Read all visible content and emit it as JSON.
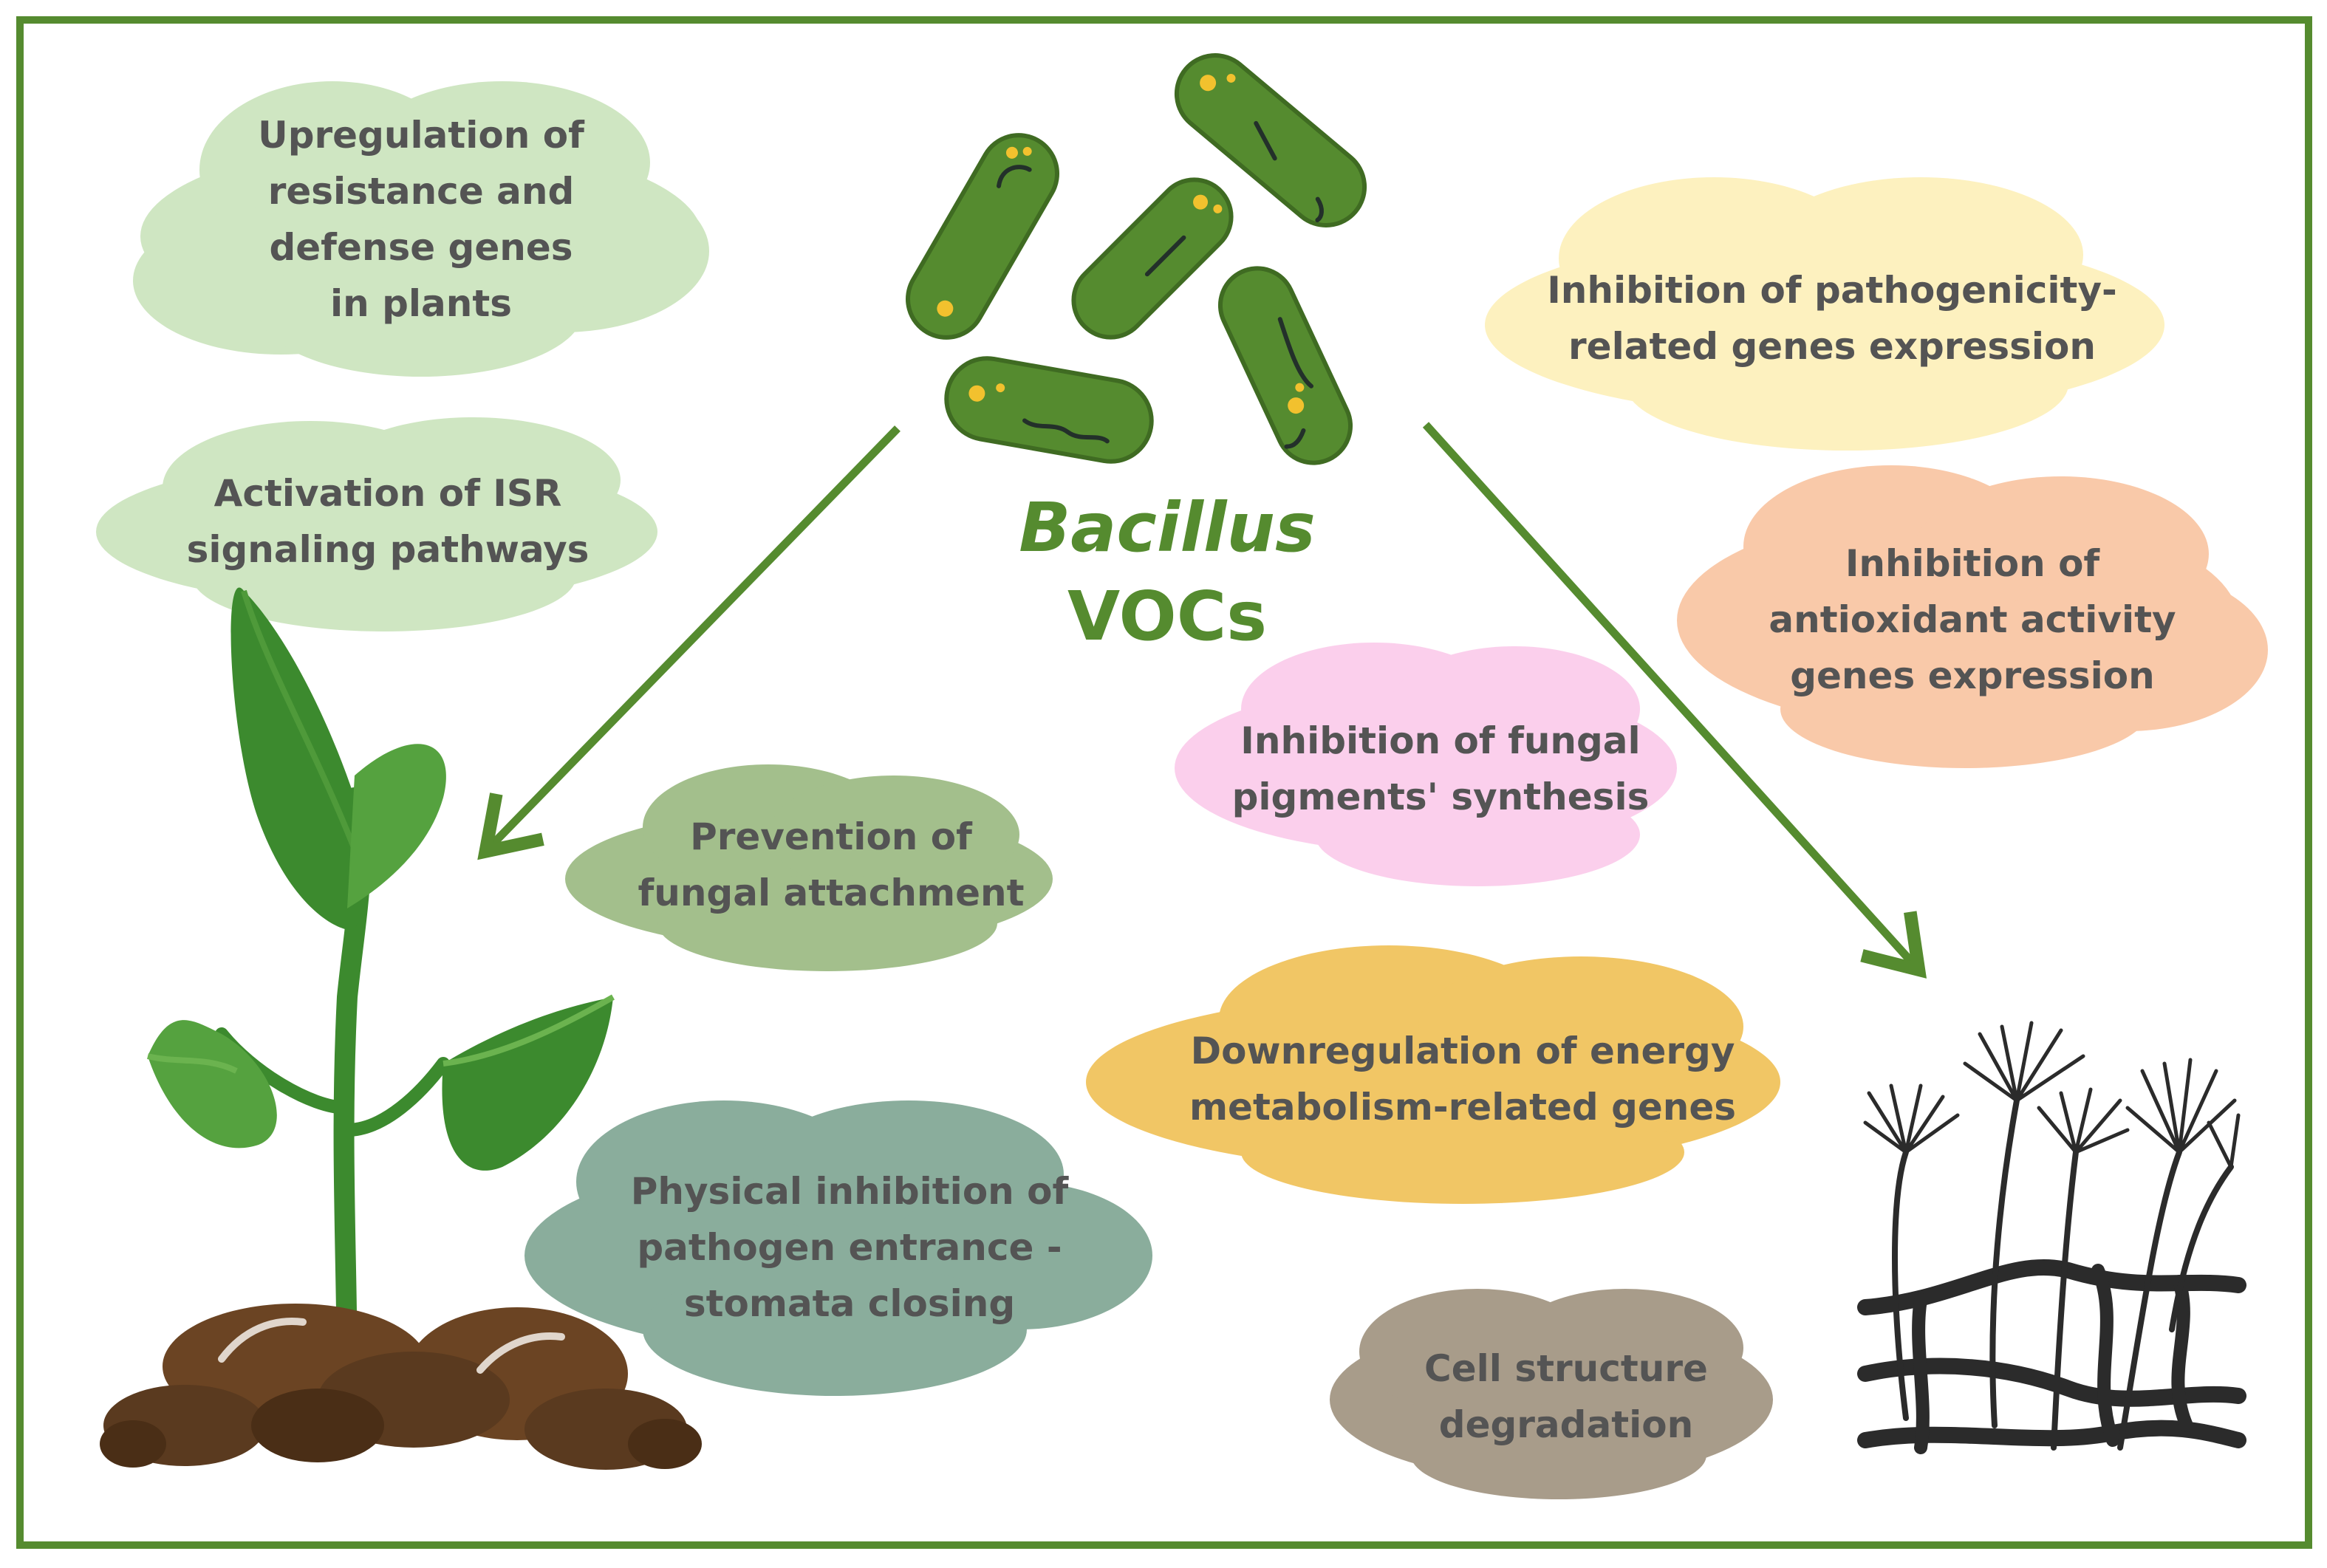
{
  "title": {
    "line1": "Bacillus",
    "line2": "VOCs"
  },
  "colors": {
    "frame": "#558b2f",
    "arrow": "#558b2f",
    "text": "#545454",
    "title": "#558b2f",
    "cloud_light_green": "#cfe6c2",
    "cloud_sage": "#a3bf8c",
    "cloud_teal": "#8aad9c",
    "cloud_yellow": "#fdf1bf",
    "cloud_peach": "#f9c9a9",
    "cloud_pink": "#fbcfec",
    "cloud_gold": "#f1c665",
    "cloud_taupe": "#a89c8a"
  },
  "clouds": {
    "upregulation": {
      "lines": [
        "Upregulation of",
        "resistance and",
        "defense genes",
        "in plants"
      ]
    },
    "isr": {
      "lines": [
        "Activation of ISR",
        "signaling pathways"
      ]
    },
    "prevention": {
      "lines": [
        "Prevention of",
        "fungal attachment"
      ]
    },
    "physical": {
      "lines": [
        "Physical inhibition of",
        "pathogen entrance -",
        "stomata closing"
      ]
    },
    "pathogenicity": {
      "lines": [
        "Inhibition of pathogenicity-",
        "related genes expression"
      ]
    },
    "antioxidant": {
      "lines": [
        "Inhibition of",
        "antioxidant activity",
        "genes expression"
      ]
    },
    "pigments": {
      "lines": [
        "Inhibition of fungal",
        "pigments' synthesis"
      ]
    },
    "energy": {
      "lines": [
        "Downregulation of energy",
        "metabolism-related genes"
      ]
    },
    "cell": {
      "lines": [
        "Cell structure",
        "degradation"
      ]
    }
  }
}
